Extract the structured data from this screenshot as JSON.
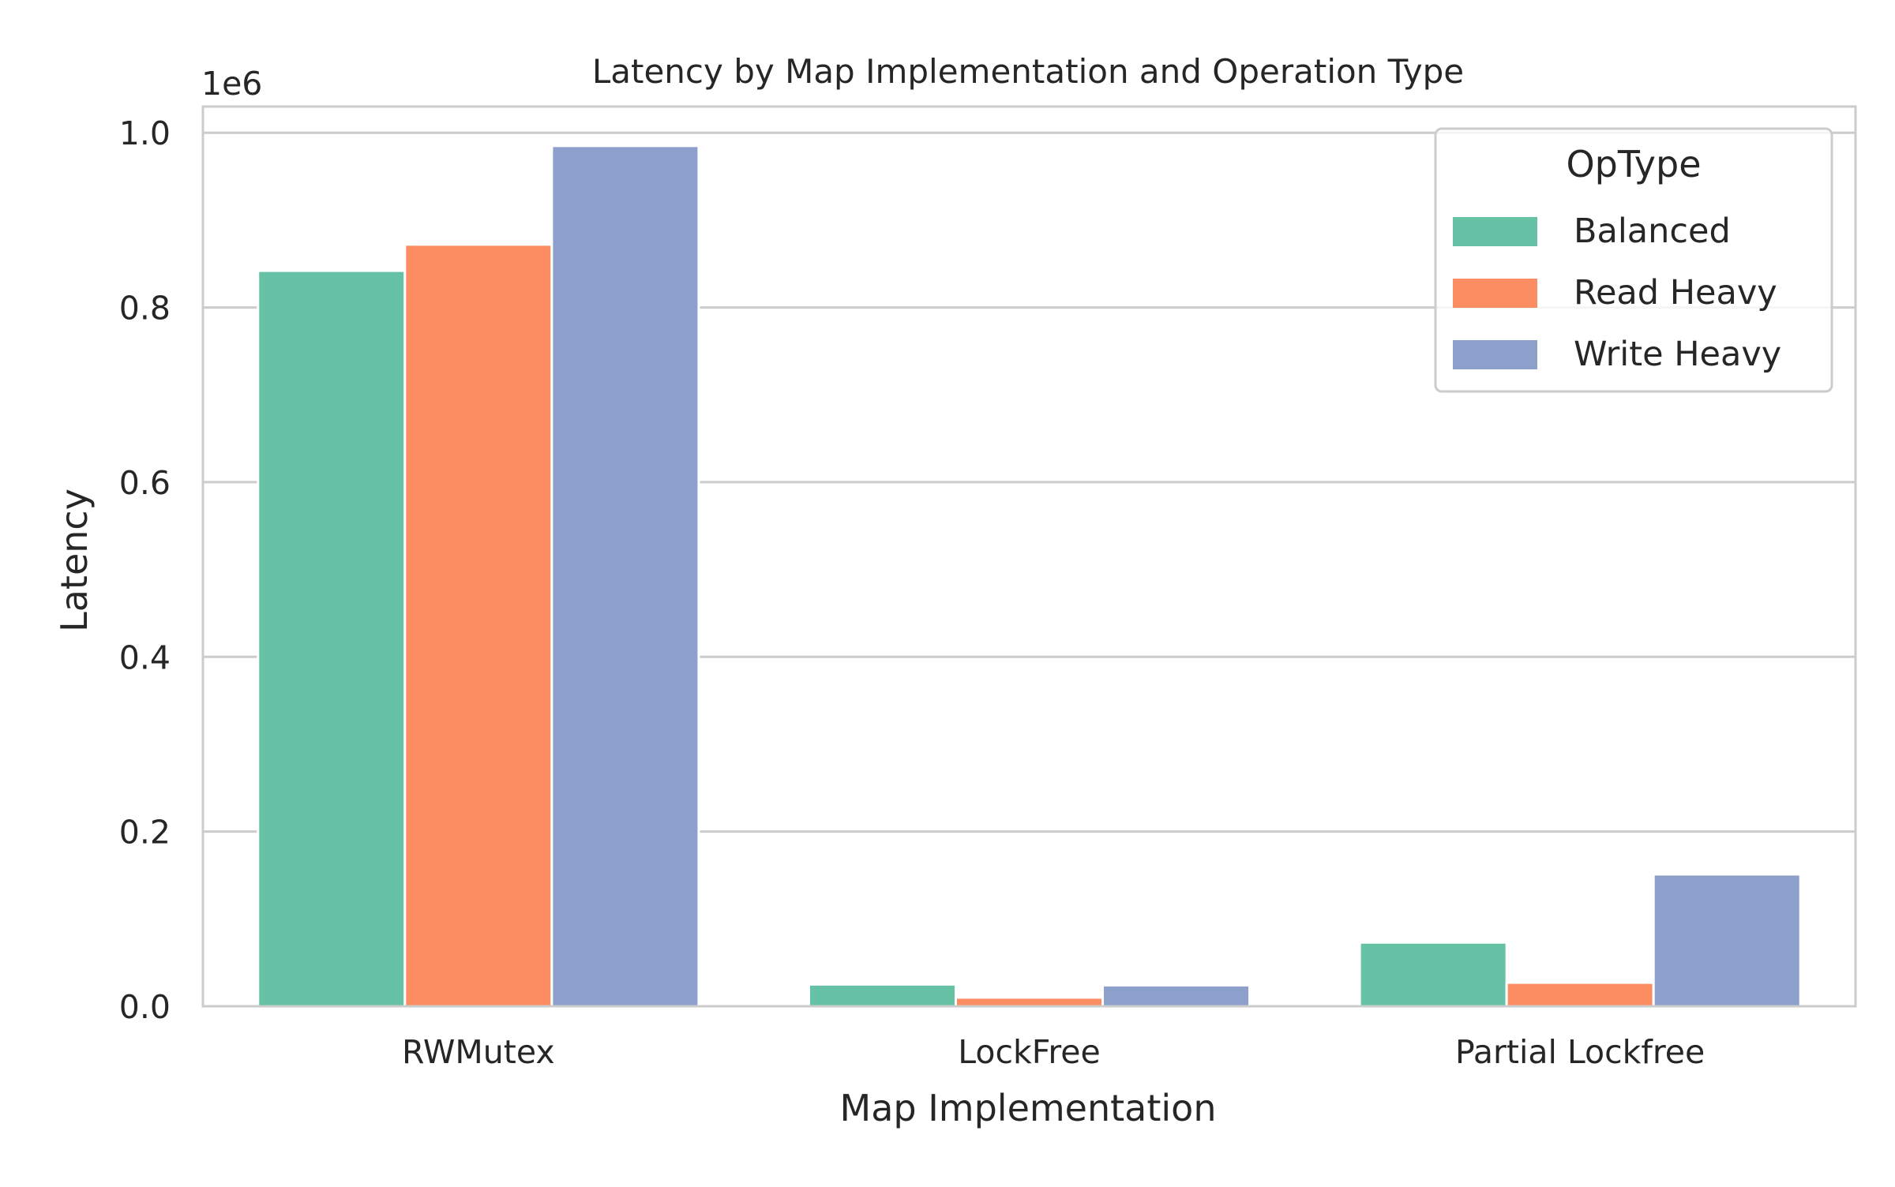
{
  "chart_data": {
    "type": "bar",
    "title": "Latency by Map Implementation and Operation Type",
    "xlabel": "Map Implementation",
    "ylabel": "Latency",
    "y_scale_label": "1e6",
    "ylim": [
      0,
      1.03
    ],
    "yticks": [
      0.0,
      0.2,
      0.4,
      0.6,
      0.8,
      1.0
    ],
    "ytick_labels": [
      "0.0",
      "0.2",
      "0.4",
      "0.6",
      "0.8",
      "1.0"
    ],
    "grid": "horizontal",
    "legend": {
      "title": "OpType",
      "placement": "top-right"
    },
    "categories": [
      "RWMutex",
      "LockFree",
      "Partial Lockfree"
    ],
    "series": [
      {
        "name": "Balanced",
        "color": "#66c2a5",
        "values": [
          0.842,
          0.025,
          0.073
        ]
      },
      {
        "name": "Read Heavy",
        "color": "#fc8d62",
        "values": [
          0.872,
          0.01,
          0.027
        ]
      },
      {
        "name": "Write Heavy",
        "color": "#8da0cb",
        "values": [
          0.985,
          0.024,
          0.151
        ]
      }
    ]
  }
}
